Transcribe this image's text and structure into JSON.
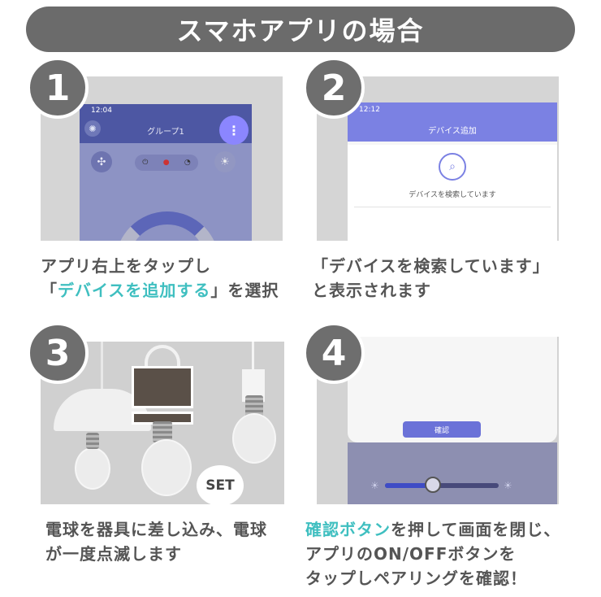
{
  "banner": {
    "title": "スマホアプリの場合"
  },
  "steps": [
    {
      "number": "1",
      "caption": {
        "line1": "アプリ右上をタップし",
        "line2_pre": "「",
        "line2_hl": "デバイスを追加する",
        "line2_post": "」を選択"
      },
      "screen": {
        "time": "12:04",
        "title": "グループ1",
        "menu_glyph": "⋮"
      }
    },
    {
      "number": "2",
      "caption": {
        "line1": "「デバイスを検索しています」",
        "line2": "と表示されます"
      },
      "screen": {
        "time": "12:12",
        "title": "デバイス追加",
        "status_text": "デバイスを検索しています"
      }
    },
    {
      "number": "3",
      "caption": {
        "line1": "電球を器具に差し込み、電球",
        "line2": "が一度点滅します"
      },
      "illustration": {
        "bubble_text": "SET"
      }
    },
    {
      "number": "4",
      "caption": {
        "line1_hl": "確認ボタン",
        "line1_post": "を押して画面を閉じ、",
        "line2": "アプリのON/OFFボタンを",
        "line3": "タップしペアリングを確認！"
      },
      "screen": {
        "confirm_label": "確認",
        "slider_level": 0.42
      }
    }
  ],
  "colors": {
    "banner": "#6b6b6b",
    "badge": "#6e6e6e",
    "highlight": "#3fbfc0",
    "app_accent": "#7b81e3"
  }
}
